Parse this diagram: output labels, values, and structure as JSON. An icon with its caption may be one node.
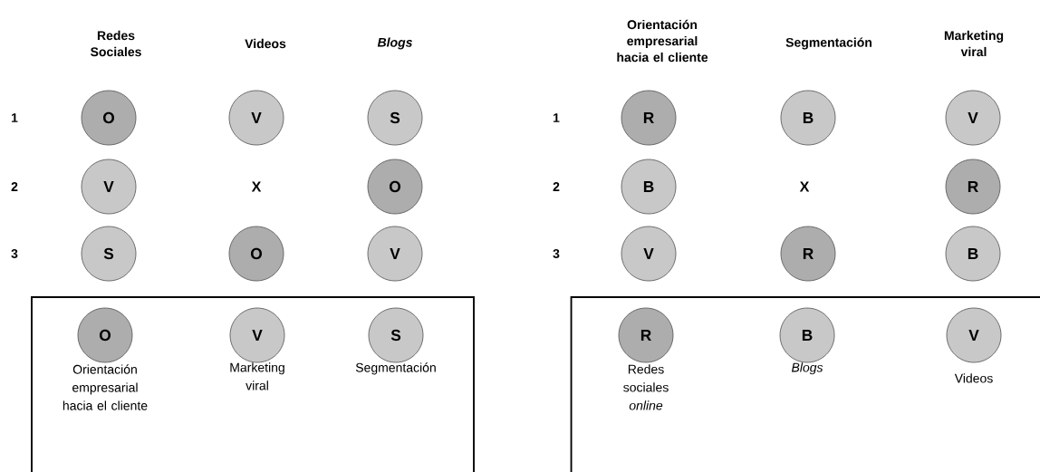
{
  "diagram": {
    "nodes": [
      {
        "text": [
          "O"
        ]
      },
      {
        "text": [
          "V"
        ]
      },
      {
        "text": [
          "S"
        ]
      },
      {
        "text": [
          "V"
        ]
      },
      {
        "text": [
          "O"
        ]
      },
      {
        "text": [
          "S"
        ]
      },
      {
        "text": [
          "O"
        ]
      },
      {
        "text": [
          "V"
        ]
      },
      {
        "text": [],
        "shape": "box"
      },
      {
        "text": [
          "O"
        ],
        "in": 8,
        "beside": [
          "Orientación empresarial hacia el cliente"
        ]
      },
      {
        "text": [
          "V"
        ],
        "in": 8,
        "beside": [
          "Marketing viral"
        ]
      },
      {
        "text": [
          "S"
        ],
        "in": 8,
        "beside": [
          "Segmentación"
        ]
      },
      {
        "text": [
          "R"
        ]
      },
      {
        "text": [
          "B"
        ]
      },
      {
        "text": [
          "V"
        ]
      },
      {
        "text": [
          "B"
        ]
      },
      {
        "text": [
          "R"
        ]
      },
      {
        "text": [
          "V"
        ]
      },
      {
        "text": [
          "R"
        ]
      },
      {
        "text": [
          "B"
        ]
      },
      {
        "text": [],
        "shape": "box"
      },
      {
        "text": [
          "R"
        ],
        "in": 20,
        "beside": [
          "Redes sociales *online*"
        ]
      },
      {
        "text": [
          "B"
        ],
        "in": 20,
        "beside": [
          "Blogs"
        ]
      },
      {
        "text": [
          "V"
        ],
        "in": 20,
        "beside": [
          "Videos"
        ]
      }
    ],
    "labels": [
      "Redes Sociales",
      "Videos",
      "Blogs",
      "Orientación empresarial hacia el cliente",
      "Segmentación",
      "Marketing viral",
      "1",
      "1",
      "2",
      "X",
      "2",
      "X",
      "3",
      "3"
    ]
  }
}
